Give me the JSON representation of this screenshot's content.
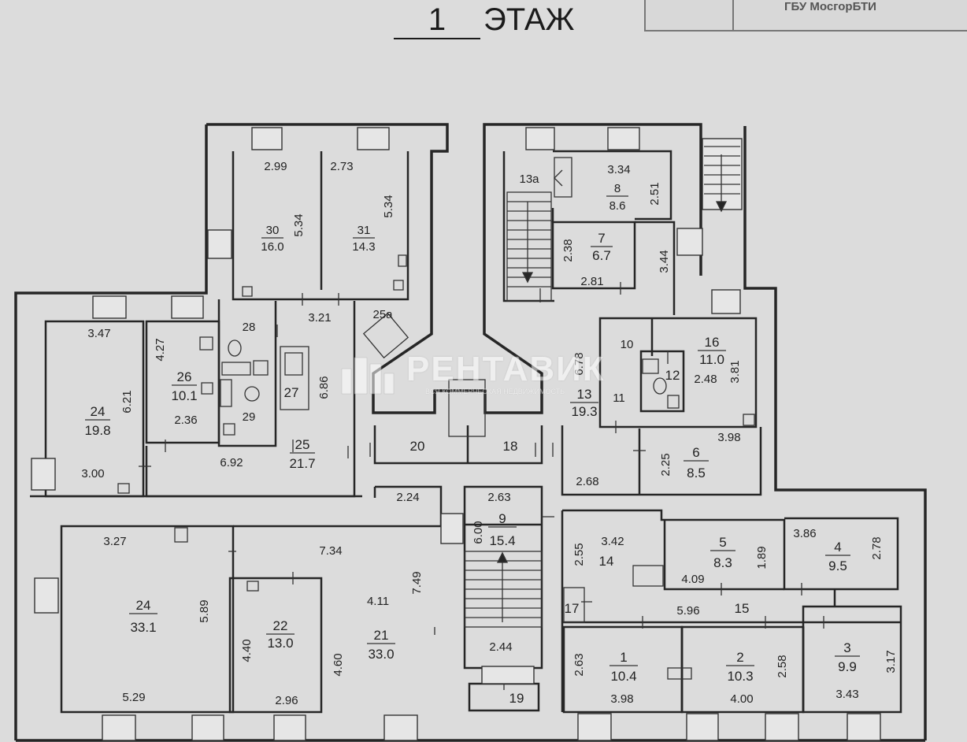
{
  "header": {
    "floor_number": "1",
    "floor_label": "ЭТАЖ",
    "stamp_org": "ГБУ МосгорБТИ"
  },
  "watermark": {
    "name": "РЕНТАВИК",
    "subtitle": "ВСЯ КОММЕРЧЕСКАЯ НЕДВИЖИМОСТЬ"
  },
  "rooms": [
    {
      "id": "30",
      "area": "16.0"
    },
    {
      "id": "31",
      "area": "14.3"
    },
    {
      "id": "8",
      "area": "8.6"
    },
    {
      "id": "7",
      "area": "6.7"
    },
    {
      "id": "13а"
    },
    {
      "id": "28"
    },
    {
      "id": "25а"
    },
    {
      "id": "24",
      "area": "19.8"
    },
    {
      "id": "26",
      "area": "10.1"
    },
    {
      "id": "27"
    },
    {
      "id": "29"
    },
    {
      "id": "25",
      "area": "21.7"
    },
    {
      "id": "10"
    },
    {
      "id": "11"
    },
    {
      "id": "12"
    },
    {
      "id": "16",
      "area": "11.0"
    },
    {
      "id": "13",
      "area": "19.3"
    },
    {
      "id": "20"
    },
    {
      "id": "18"
    },
    {
      "id": "6",
      "area": "8.5"
    },
    {
      "id": "9",
      "area": "15.4"
    },
    {
      "id": "14"
    },
    {
      "id": "5",
      "area": "8.3"
    },
    {
      "id": "4",
      "area": "9.5"
    },
    {
      "id": "15"
    },
    {
      "id": "17"
    },
    {
      "id": "24",
      "area": "33.1"
    },
    {
      "id": "22",
      "area": "13.0"
    },
    {
      "id": "21",
      "area": "33.0"
    },
    {
      "id": "1",
      "area": "10.4"
    },
    {
      "id": "2",
      "area": "10.3"
    },
    {
      "id": "3",
      "area": "9.9"
    },
    {
      "id": "19"
    }
  ],
  "dimensions": [
    "2.99",
    "5.34",
    "2.73",
    "5.34",
    "3.34",
    "2.51",
    "2.38",
    "2.81",
    "3.44",
    "3.47",
    "6.21",
    "4.27",
    "2.36",
    "3.00",
    "3.21",
    "6.86",
    "6.92",
    "6.78",
    "2.48",
    "3.81",
    "3.98",
    "2.25",
    "2.68",
    "2.24",
    "2.63",
    "6.00",
    "3.27",
    "5.89",
    "7.34",
    "4.40",
    "4.60",
    "4.11",
    "7.49",
    "5.29",
    "2.96",
    "2.55",
    "3.42",
    "4.09",
    "1.89",
    "3.86",
    "2.78",
    "5.96",
    "2.44",
    "2.63",
    "3.98",
    "4.00",
    "2.58",
    "3.17",
    "3.43"
  ]
}
